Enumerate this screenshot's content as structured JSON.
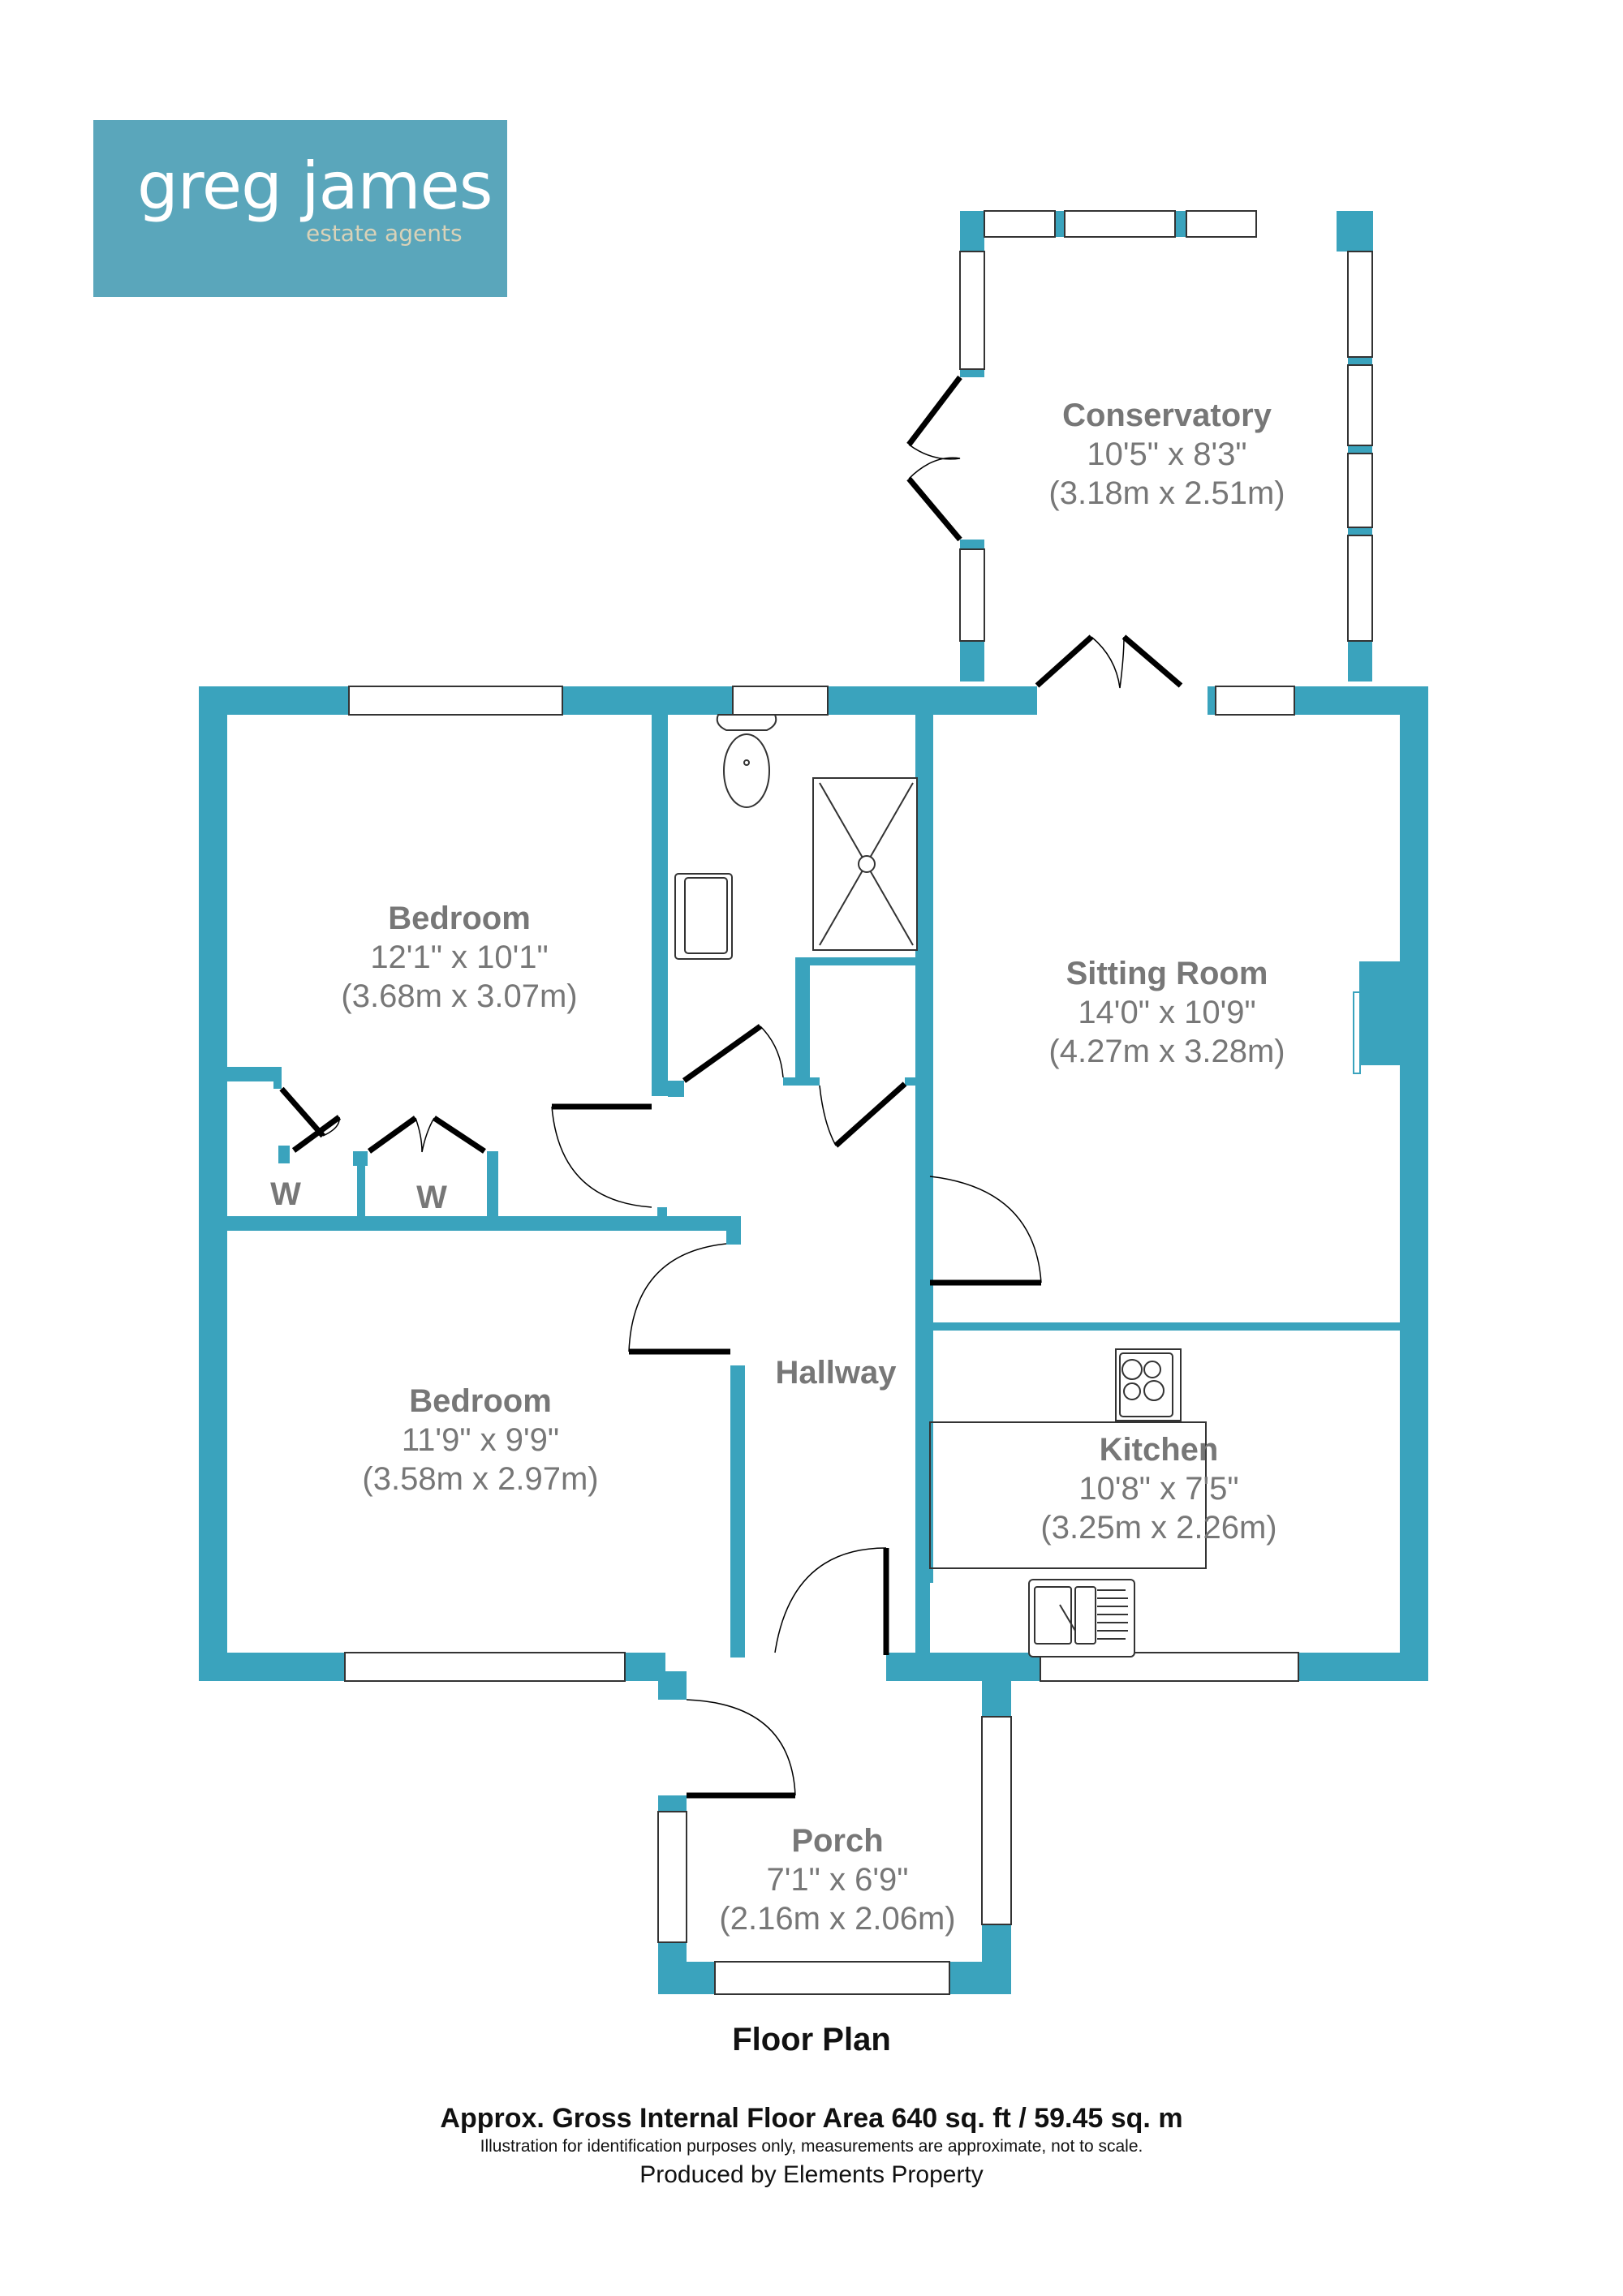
{
  "brand": {
    "name": "greg james",
    "tagline": "estate agents",
    "colors": {
      "logo_bg": "#5aa6bb",
      "logo_text": "#ffffff",
      "logo_tagline": "#d9d2b8"
    }
  },
  "plan": {
    "colors": {
      "wall": "#3aa3bd",
      "label": "#777777",
      "door": "#000000"
    },
    "rooms": [
      {
        "id": "conservatory",
        "name": "Conservatory",
        "imperial": "10'5\" x 8'3\"",
        "metric": "(3.18m x 2.51m)"
      },
      {
        "id": "bedroom-1",
        "name": "Bedroom",
        "imperial": "12'1\" x 10'1\"",
        "metric": "(3.68m x 3.07m)"
      },
      {
        "id": "sitting-room",
        "name": "Sitting Room",
        "imperial": "14'0\" x 10'9\"",
        "metric": "(4.27m x 3.28m)"
      },
      {
        "id": "bedroom-2",
        "name": "Bedroom",
        "imperial": "11'9\" x 9'9\"",
        "metric": "(3.58m x 2.97m)"
      },
      {
        "id": "hallway",
        "name": "Hallway"
      },
      {
        "id": "kitchen",
        "name": "Kitchen",
        "imperial": "10'8\" x 7'5\"",
        "metric": "(3.25m x 2.26m)"
      },
      {
        "id": "porch",
        "name": "Porch",
        "imperial": "7'1\" x 6'9\"",
        "metric": "(2.16m x 2.06m)"
      }
    ],
    "wardrobe_label": "W"
  },
  "footer": {
    "title": "Floor Plan",
    "area": "Approx. Gross Internal Floor Area 640 sq. ft / 59.45 sq. m",
    "disclaimer": "Illustration for identification purposes only, measurements are approximate, not to scale.",
    "credit": "Produced by Elements Property"
  }
}
